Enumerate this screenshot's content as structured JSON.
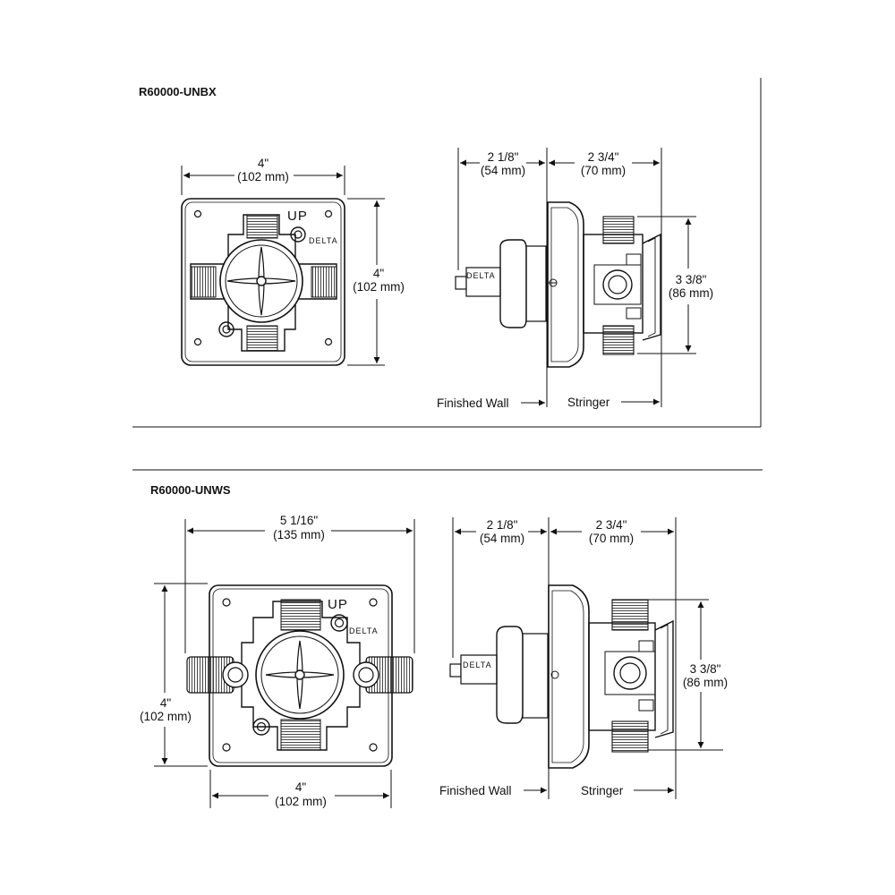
{
  "sections": [
    {
      "model": "R60000-UNBX",
      "front": {
        "width_label": "4\"",
        "width_metric": "(102 mm)",
        "height_label": "4\"",
        "height_metric": "(102 mm)",
        "up_text": "UP",
        "brand_text": "DELTA"
      },
      "side": {
        "depth_front_label": "2 1/8\"",
        "depth_front_metric": "(54 mm)",
        "depth_back_label": "2 3/4\"",
        "depth_back_metric": "(70 mm)",
        "height_label": "3 3/8\"",
        "height_metric": "(86 mm)",
        "finished_wall_label": "Finished Wall",
        "stringer_label": "Stringer",
        "brand_text": "DELTA"
      }
    },
    {
      "model": "R60000-UNWS",
      "front": {
        "width_label": "5 1/16\"",
        "width_metric": "(135 mm)",
        "height_label": "4\"",
        "height_metric": "(102 mm)",
        "bottom_width_label": "4\"",
        "bottom_width_metric": "(102 mm)",
        "up_text": "UP",
        "brand_text": "DELTA"
      },
      "side": {
        "depth_front_label": "2 1/8\"",
        "depth_front_metric": "(54 mm)",
        "depth_back_label": "2 3/4\"",
        "depth_back_metric": "(70 mm)",
        "height_label": "3 3/8\"",
        "height_metric": "(86 mm)",
        "finished_wall_label": "Finished Wall",
        "stringer_label": "Stringer",
        "brand_text": "DELTA"
      }
    }
  ]
}
